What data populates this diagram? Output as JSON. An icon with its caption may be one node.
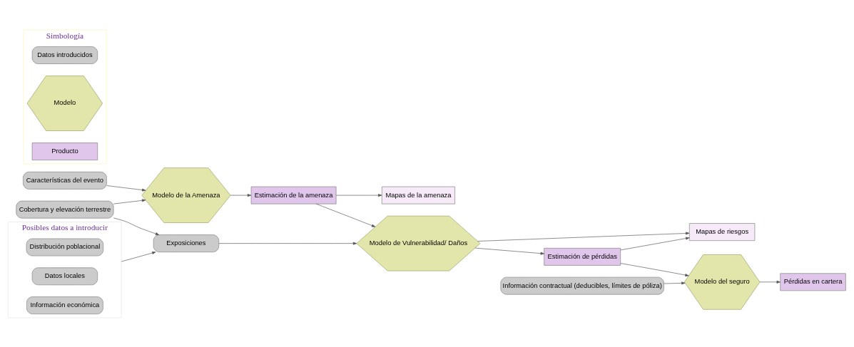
{
  "diagram": {
    "nodes": [
      {
        "text": [
          "Características del evento"
        ]
      },
      {
        "text": [
          "Modelo de la Amenaza"
        ]
      },
      {
        "text": [
          "Estimación de la amenaza"
        ]
      },
      {
        "text": [
          "Mapas de la amenaza"
        ]
      },
      {
        "text": [
          "Cobertura y elevación terrestre"
        ]
      },
      {
        "text": [
          "Exposiciones"
        ]
      },
      {
        "text": [
          "Modelo de Vulnerabilidad/ Daños"
        ]
      },
      {
        "text": [
          "Mapas de riesgos"
        ]
      },
      {
        "text": [
          "Estimación de pérdidas"
        ]
      },
      {
        "text": [
          "Posibles datos a introducir"
        ]
      },
      {
        "text": [
          "Distribución poblacional"
        ],
        "in": 9
      },
      {
        "text": [
          "Datos locales"
        ],
        "in": 9
      },
      {
        "text": [
          "Información económica"
        ],
        "in": 9
      },
      {
        "text": [
          "Modelo del seguro"
        ]
      },
      {
        "text": [
          "Pérdidas en cartera"
        ]
      },
      {
        "text": [
          "Información contractual (deducibles, límites de póliza)"
        ]
      },
      {
        "text": [
          "Simbología"
        ]
      },
      {
        "text": [
          "Datos introducidos"
        ],
        "in": 16
      },
      {
        "text": [
          "Modelo"
        ],
        "in": 16
      },
      {
        "text": [
          "Producto"
        ],
        "in": 16
      }
    ],
    "edges": [
      {
        "from": 0,
        "to": 1,
        "arrow": "to"
      },
      {
        "from": 4,
        "to": 1,
        "arrow": "to"
      },
      {
        "from": 4,
        "to": 5,
        "arrow": "to"
      },
      {
        "from": 9,
        "to": 5,
        "arrow": "to"
      },
      {
        "from": 1,
        "to": 2,
        "arrow": "to"
      },
      {
        "from": 2,
        "to": 3,
        "arrow": "to"
      },
      {
        "from": 2,
        "to": 6,
        "arrow": "to"
      },
      {
        "from": 5,
        "to": 6,
        "arrow": "to"
      },
      {
        "from": 6,
        "to": 7,
        "arrow": "to"
      },
      {
        "from": 6,
        "to": 8,
        "arrow": "to"
      },
      {
        "from": 8,
        "to": 7,
        "arrow": "to"
      },
      {
        "from": 8,
        "to": 13,
        "arrow": "to"
      },
      {
        "from": 15,
        "to": 13,
        "arrow": "to"
      },
      {
        "from": 13,
        "to": 14,
        "arrow": "to"
      }
    ]
  }
}
